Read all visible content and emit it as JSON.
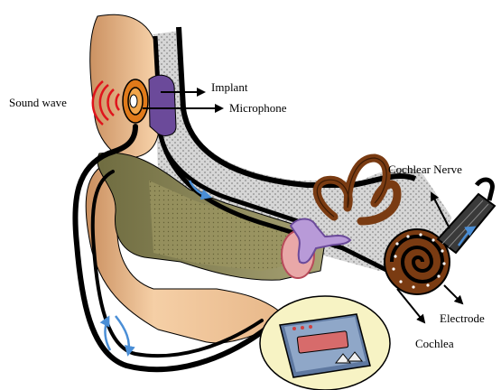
{
  "labels": {
    "sound_wave": "Sound wave",
    "implant": "Implant",
    "microphone": "Microphone",
    "cochlear_nerve": "Cochlear Nerve",
    "electrode": "Electrode",
    "cochlea": "Cochlea"
  },
  "colors": {
    "skin": "#f2c9a0",
    "skin_shade": "#c98e5e",
    "canal_tissue": "#8c8a58",
    "bone_dots": "#cfcfcf",
    "cochlea_brown": "#7a3b12",
    "sound_wave_red": "#e0141c",
    "microphone_orange": "#e07a1a",
    "implant_purple": "#6b4a9a",
    "ossicles_violet": "#8a5fb8",
    "eardrum_pink": "#e9a8a8",
    "processor_bg": "#f7f3c4",
    "processor_device": "#7a93b6",
    "arrow_blue": "#4a8ed6"
  }
}
